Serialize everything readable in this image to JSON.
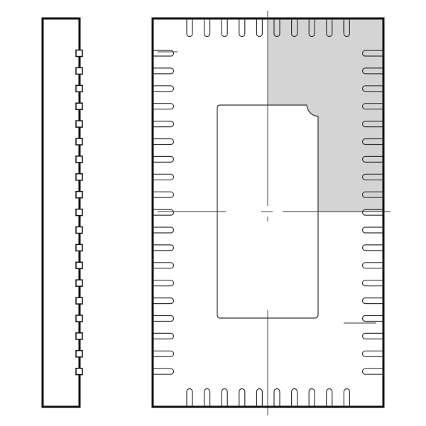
{
  "drawing": {
    "side_view": {
      "pad_count": 19
    },
    "top_view": {
      "pads_top": 10,
      "pads_bottom": 10,
      "pads_left": 19,
      "pads_right": 19,
      "quadrant_highlight": "top-right"
    },
    "colors": {
      "outline": "#111111",
      "thin_line": "#333333",
      "highlight": "#d4d4d4",
      "background": "#ffffff"
    }
  }
}
